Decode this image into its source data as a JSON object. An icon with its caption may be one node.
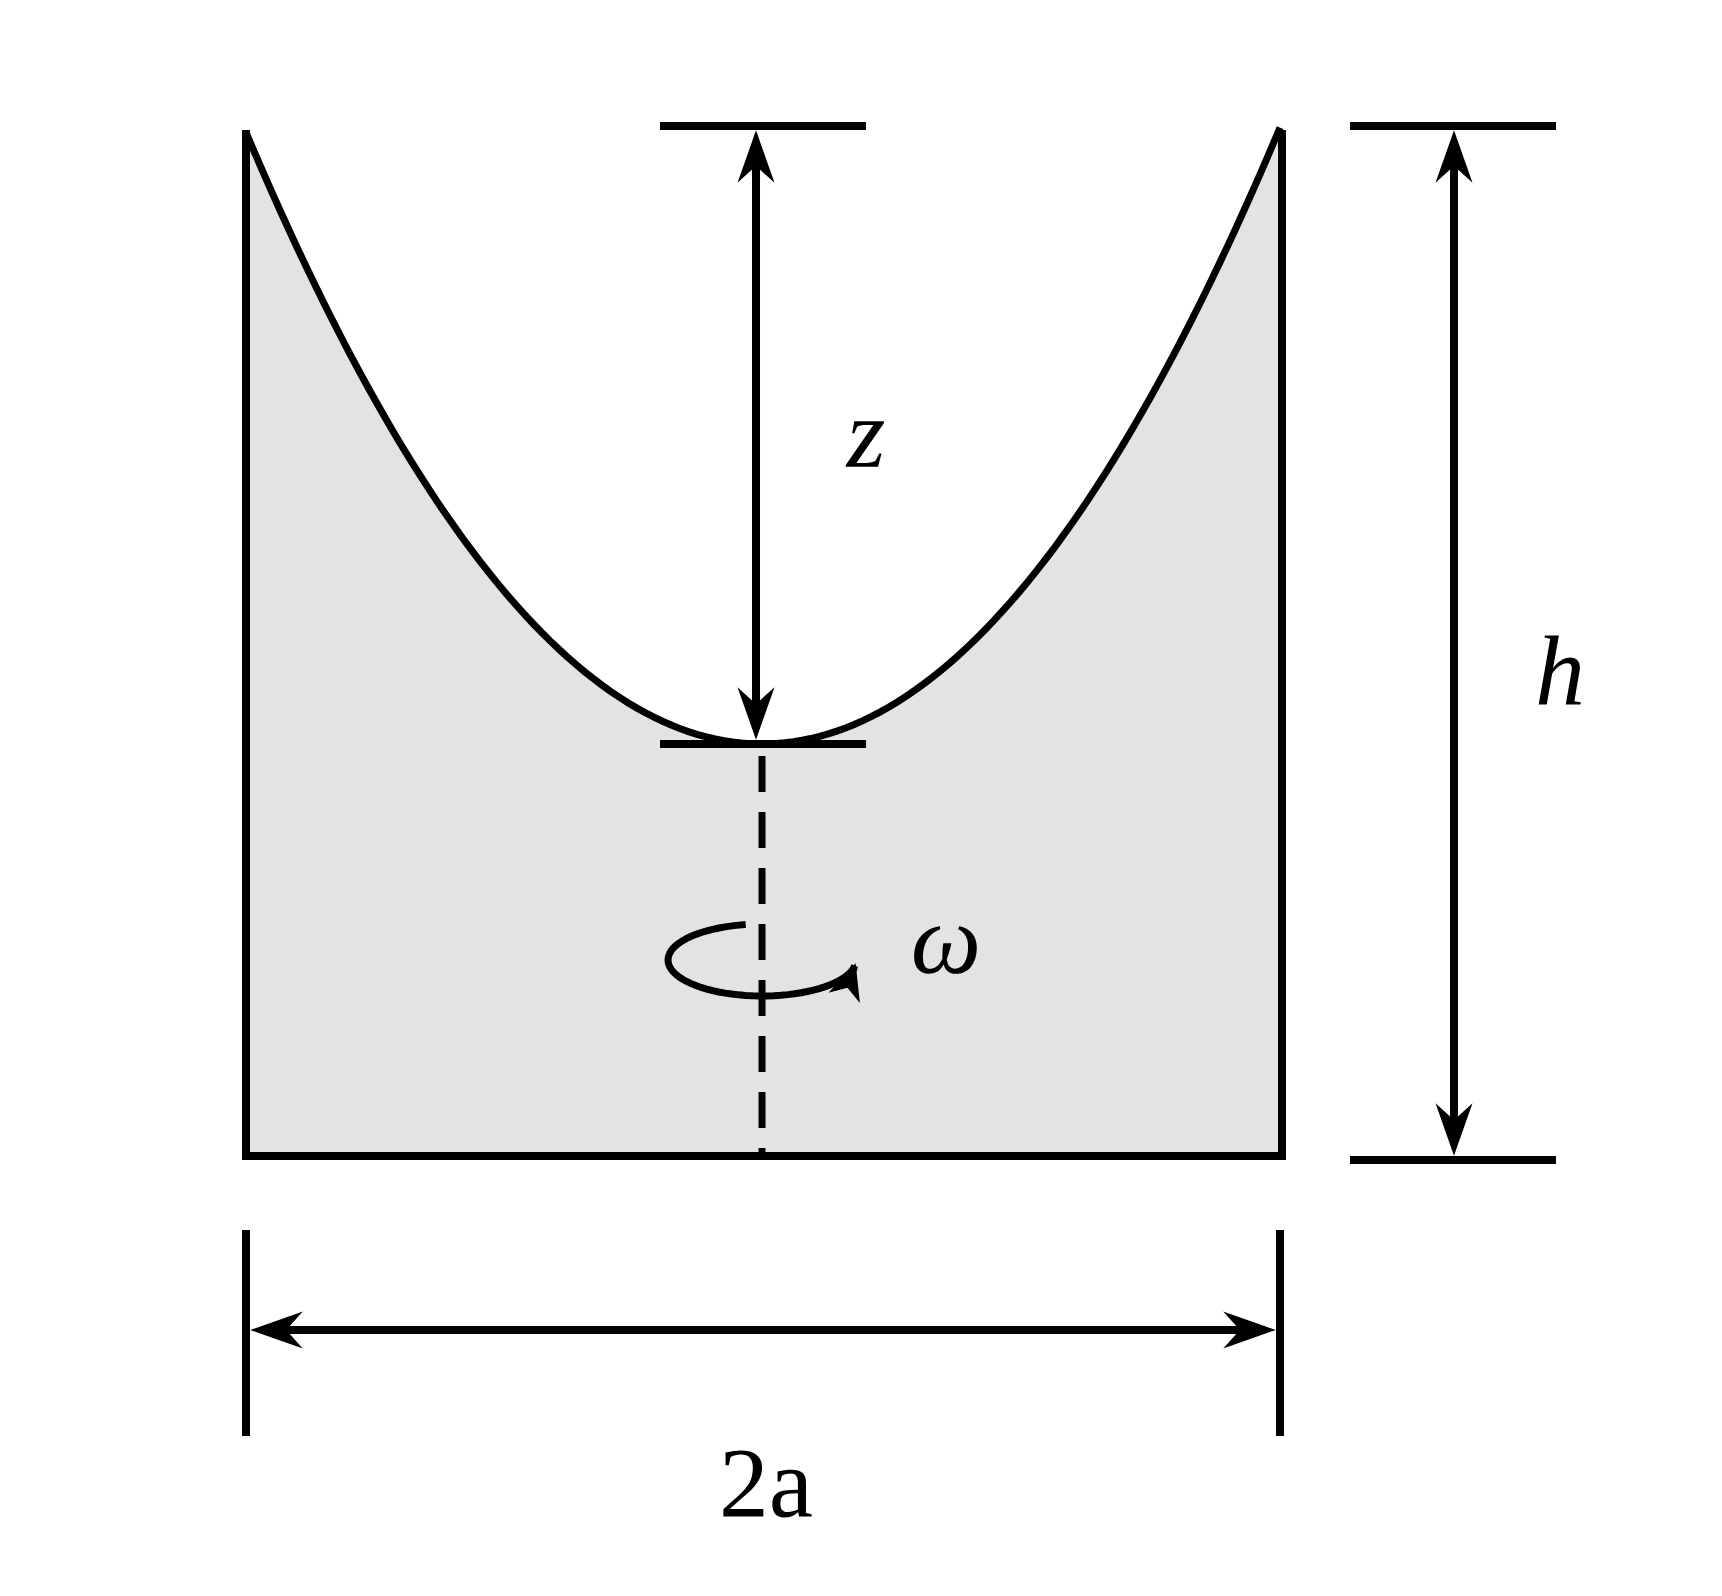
{
  "diagram": {
    "labels": [
      "z",
      "h",
      "ω",
      "2a"
    ]
  }
}
